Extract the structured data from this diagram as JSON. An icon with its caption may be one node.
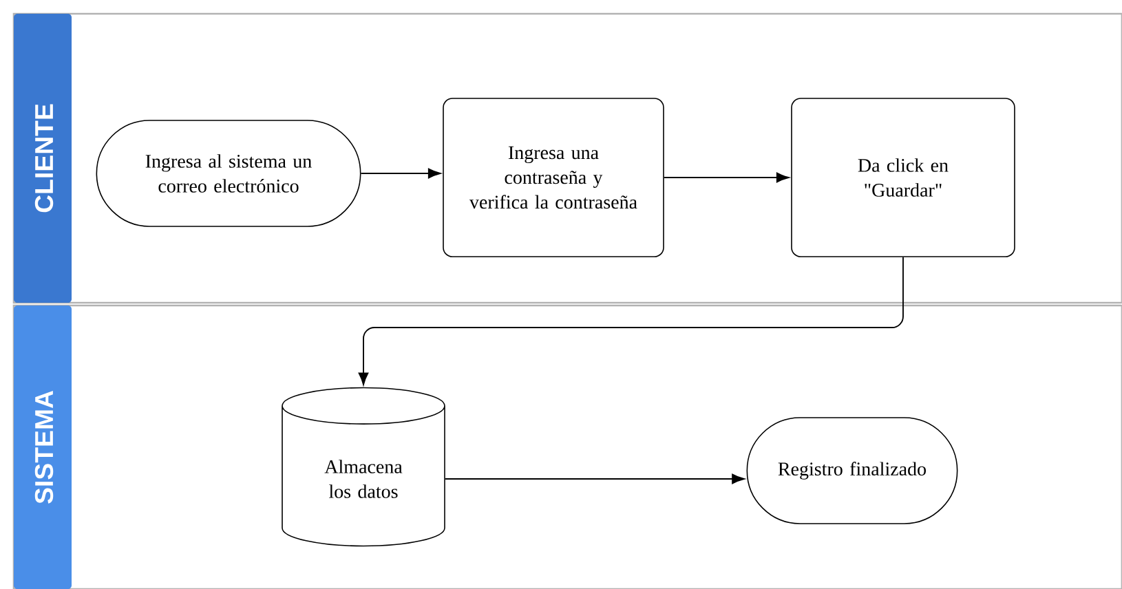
{
  "diagram": {
    "nodes": [
      {
        "text": [
          "CLIENTE"
        ]
      },
      {
        "text": [
          "SISTEMA"
        ]
      },
      {
        "text": [
          "Ingresa al sistema un correo electrónico"
        ],
        "in": 0
      },
      {
        "text": [
          "Ingresa una contraseña y verifica la contraseña"
        ],
        "in": 0
      },
      {
        "text": [
          "Da click en \"Guardar\""
        ],
        "in": 0
      },
      {
        "text": [
          "Almacena los datos"
        ],
        "in": 1
      },
      {
        "text": [
          "Registro finalizado"
        ],
        "in": 1
      }
    ],
    "edges": [
      {
        "from": 2,
        "to": 3,
        "arrow": "to"
      },
      {
        "from": 3,
        "to": 4,
        "arrow": "to"
      },
      {
        "from": 4,
        "to": 5,
        "arrow": "to"
      },
      {
        "from": 5,
        "to": 6,
        "arrow": "to"
      }
    ]
  }
}
